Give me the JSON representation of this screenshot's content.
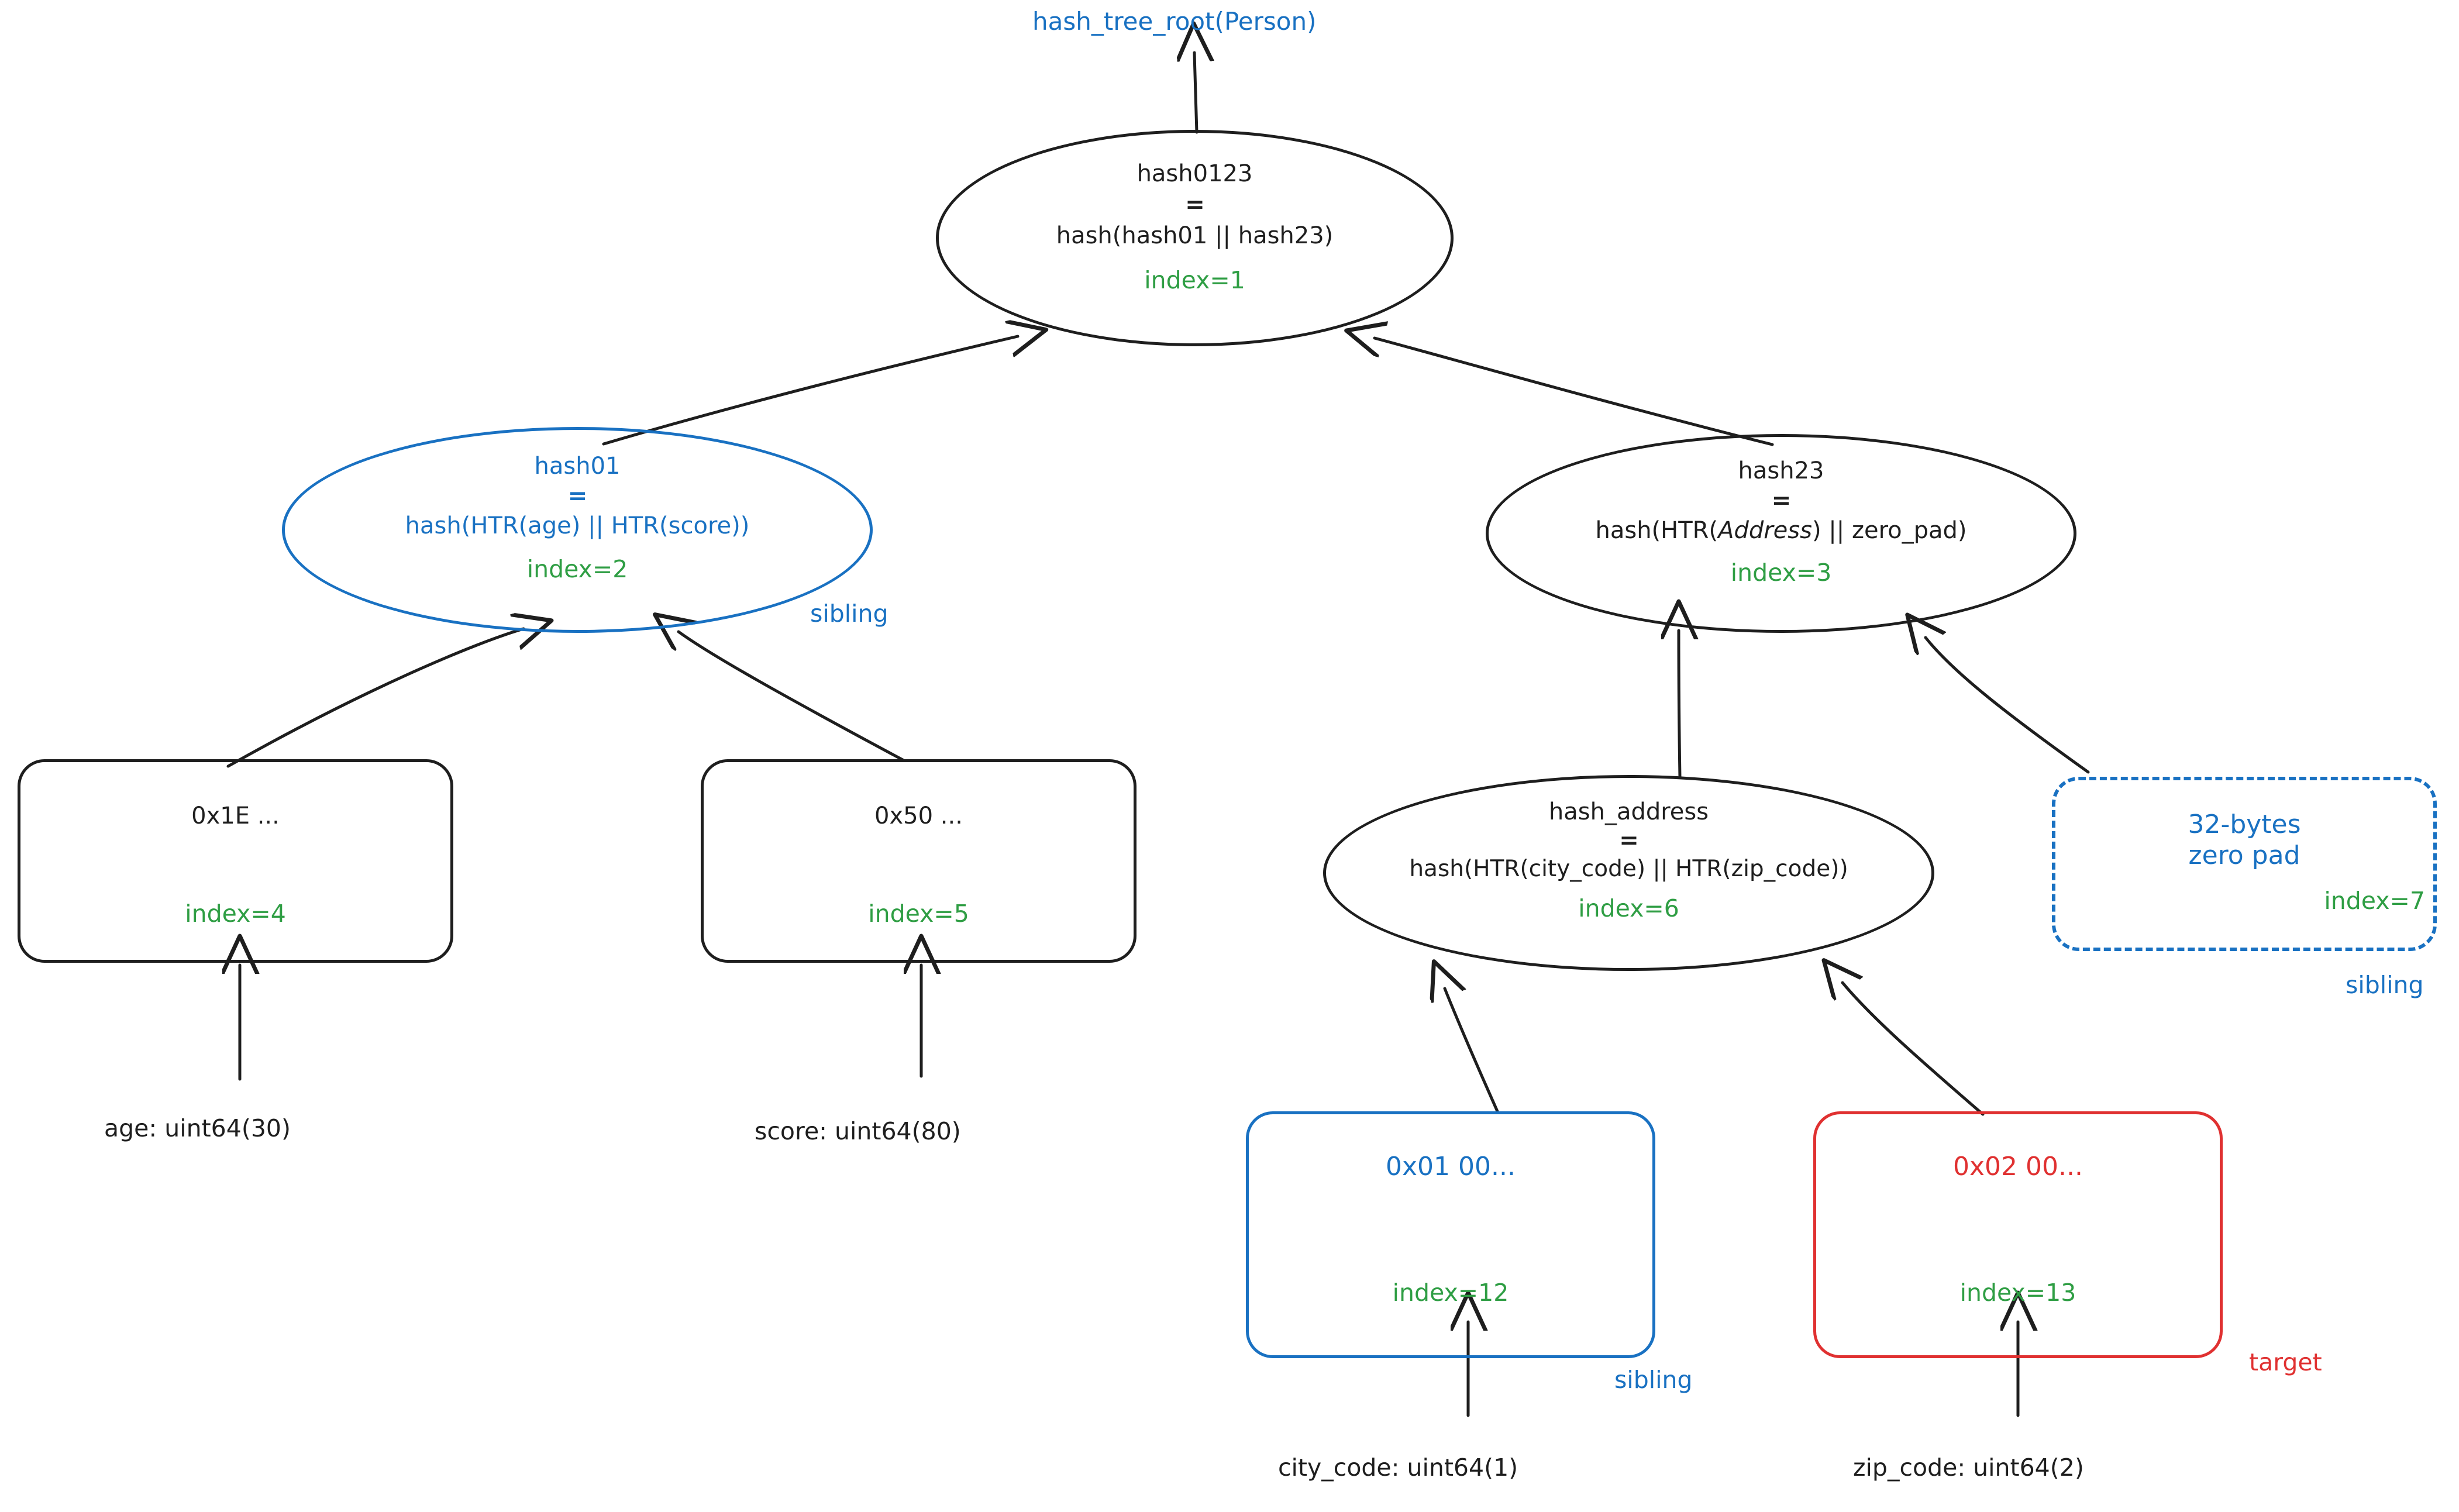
{
  "diagram": {
    "title": "SSZ Merkle hash tree for Person container",
    "colors": {
      "ink": "#1e1e1e",
      "blue": "#1971c2",
      "green": "#2f9e44",
      "red": "#e03131",
      "background": "#ffffff"
    },
    "root_label": "hash_tree_root(Person)",
    "nodes": {
      "hash0123": {
        "name": "hash0123",
        "equals": "=",
        "expr_prefix": "hash(hash01 || hash23)",
        "expr_italic": "",
        "expr_suffix": "",
        "index": "index=1",
        "shape": "ellipse",
        "role": "root"
      },
      "hash01": {
        "name": "hash01",
        "equals": "=",
        "expr_prefix": "hash(HTR(age) || HTR(score))",
        "expr_italic": "",
        "expr_suffix": "",
        "index": "index=2",
        "shape": "ellipse",
        "role": "sibling",
        "tag": "sibling"
      },
      "hash23": {
        "name": "hash23",
        "equals": "=",
        "expr_prefix": "hash(HTR(",
        "expr_italic": "Address",
        "expr_suffix": ")  || zero_pad)",
        "index": "index=3",
        "shape": "ellipse",
        "role": "branch"
      },
      "leaf_age": {
        "name": "0x1E ...",
        "index": "index=4",
        "shape": "rect",
        "role": "leaf"
      },
      "leaf_score": {
        "name": "0x50 ...",
        "index": "index=5",
        "shape": "rect",
        "role": "leaf"
      },
      "hash_address": {
        "name": "hash_address",
        "equals": "=",
        "expr_prefix": "hash(HTR(city_code) || HTR(zip_code))",
        "expr_italic": "",
        "expr_suffix": "",
        "index": "index=6",
        "shape": "ellipse",
        "role": "branch"
      },
      "zero_pad": {
        "name_line1": "32-bytes",
        "name_line2": "zero pad",
        "index": "index=7",
        "shape": "rect-dashed",
        "role": "sibling",
        "tag": "sibling"
      },
      "leaf_city": {
        "name": "0x01 00...",
        "index": "index=12",
        "shape": "rect",
        "role": "sibling",
        "tag": "sibling"
      },
      "leaf_zip": {
        "name": "0x02 00...",
        "index": "index=13",
        "shape": "rect",
        "role": "target",
        "tag": "target"
      }
    },
    "captions": {
      "age": "age: uint64(30)",
      "score": "score: uint64(80)",
      "city_code": "city_code: uint64(1)",
      "zip_code": "zip_code: uint64(2)"
    }
  }
}
